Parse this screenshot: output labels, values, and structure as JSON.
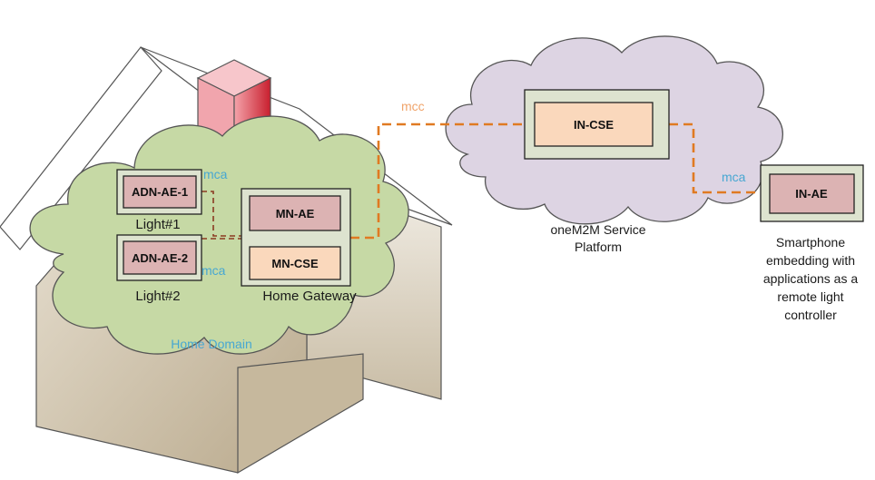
{
  "diagram": {
    "domain_label": "Home Domain",
    "service_platform_caption": [
      "oneM2M Service",
      "Platform"
    ],
    "gateway_caption": "Home Gateway",
    "light1_caption": "Light#1",
    "light2_caption": "Light#2",
    "smartphone_caption": [
      "Smartphone",
      "embedding with",
      "applications as a",
      "remote light",
      "controller"
    ],
    "interfaces": {
      "mca_light1": "mca",
      "mca_light2": "mca",
      "mcc": "mcc",
      "mca_phone": "mca"
    },
    "nodes": {
      "adn_ae_1": "ADN-AE-1",
      "adn_ae_2": "ADN-AE-2",
      "mn_ae": "MN-AE",
      "mn_cse": "MN-CSE",
      "in_cse": "IN-CSE",
      "in_ae": "IN-AE"
    }
  },
  "colors": {
    "home_cloud": "#c6d9a5",
    "service_cloud": "#ddd4e3",
    "container_fill": "#dde3cf",
    "ae_fill": "#dcb3b3",
    "cse_fill": "#fad8bc",
    "mca_link": "#8b3a22",
    "mcc_link": "#e07a22",
    "interface_label_blue": "#47a7d2",
    "mcc_label": "#f0a46b",
    "chimney_red": "#d42e3a"
  }
}
